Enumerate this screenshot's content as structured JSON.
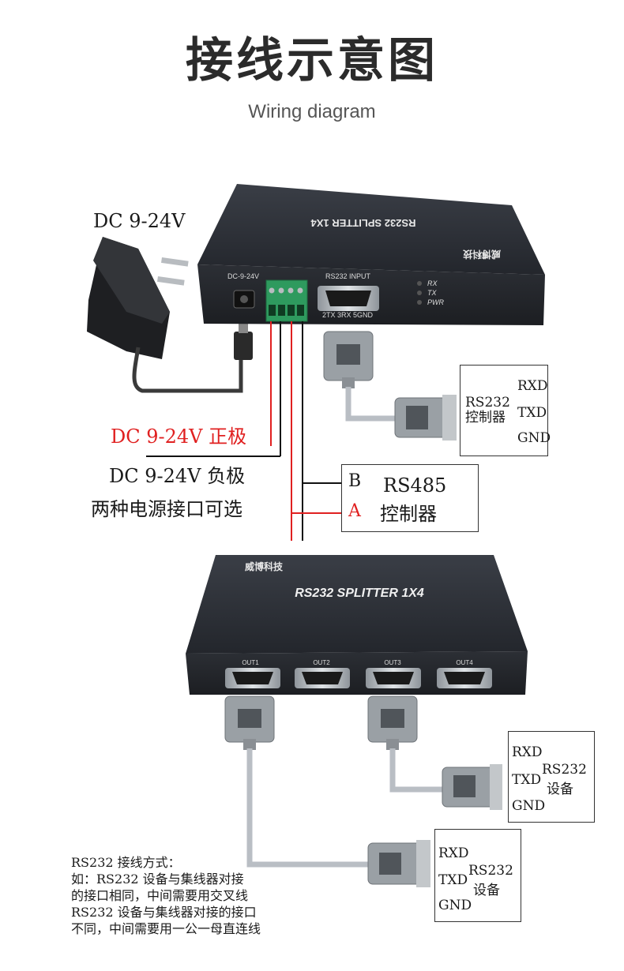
{
  "header": {
    "title": "接线示意图",
    "subtitle": "Wiring diagram"
  },
  "power": {
    "label": "DC  9-24V",
    "positive_label": "DC  9-24V 正极",
    "negative_label": "DC  9-24V 负极",
    "note": "两种电源接口可选"
  },
  "splitter_top": {
    "name": "RS232 SPLITTER 1X4",
    "brand": "威博科技",
    "dc_label": "DC-9-24V",
    "input_label": "RS232 INPUT",
    "pin_label": "2TX  3RX  5GND",
    "leds": [
      "RX",
      "TX",
      "PWR"
    ]
  },
  "splitter_bottom": {
    "name": "RS232 SPLITTER 1X4",
    "brand": "威博科技",
    "ports": [
      "OUT1",
      "OUT2",
      "OUT3",
      "OUT4"
    ]
  },
  "controller_232": {
    "name": "RS232 控制器",
    "pins": [
      "RXD",
      "TXD",
      "GND"
    ]
  },
  "controller_485": {
    "pins": [
      "B",
      "A"
    ],
    "name_line1": "RS485",
    "name_line2": "控制器"
  },
  "device_1": {
    "name_line1": "RS232",
    "name_line2": "设备",
    "pins": [
      "RXD",
      "TXD",
      "GND"
    ]
  },
  "device_2": {
    "name_line1": "RS232",
    "name_line2": "设备",
    "pins": [
      "RXD",
      "TXD",
      "GND"
    ]
  },
  "notes": [
    "RS232 接线方式：",
    "如：RS232 设备与集线器对接",
    "的接口相同，中间需要用交叉线",
    "RS232 设备与集线器对接的接口",
    "不同，中间需要用一公一母直连线"
  ],
  "colors": {
    "red": "#e02020",
    "device_body": "#2a2d33",
    "cable": "#b9bec4",
    "terminal_green": "#2e9a5e"
  }
}
